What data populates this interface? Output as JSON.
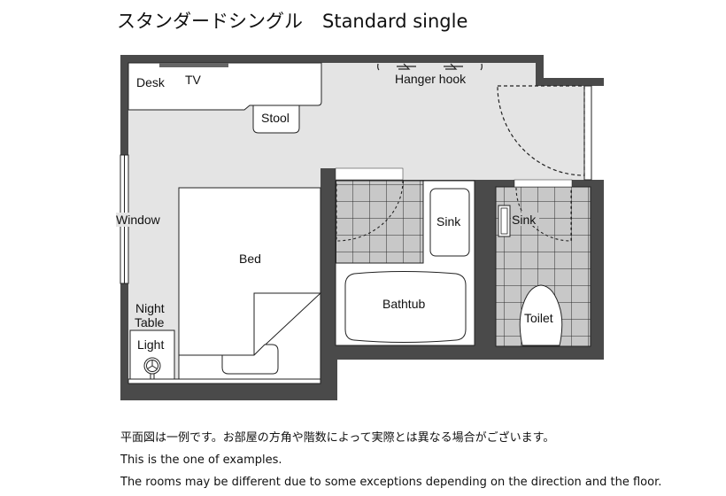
{
  "header": {
    "title_ja": "スタンダードシングル",
    "title_en": "Standard single"
  },
  "floor_plan": {
    "labels": {
      "desk": "Desk",
      "tv": "TV",
      "stool": "Stool",
      "hanger_hook": "Hanger hook",
      "window": "Window",
      "bed": "Bed",
      "night_table_line1": "Night",
      "night_table_line2": "Table",
      "light": "Light",
      "bath_sink": "Sink",
      "bathtub": "Bathtub",
      "toilet_sink": "Sink",
      "toilet": "Toilet"
    },
    "colors": {
      "wall": "#4a4a4a",
      "floor": "#e4e4e4",
      "furniture": "#ffffff",
      "tile": "#c8c8c8",
      "line": "#222222",
      "tv": "#666666"
    }
  },
  "notes": {
    "line_ja": "平面図は一例です。お部屋の方角や階数によって実際とは異なる場合がございます。",
    "line_en_1": "This is the one of examples.",
    "line_en_2": "The rooms may be different due to some exceptions depending on the direction and the floor."
  }
}
